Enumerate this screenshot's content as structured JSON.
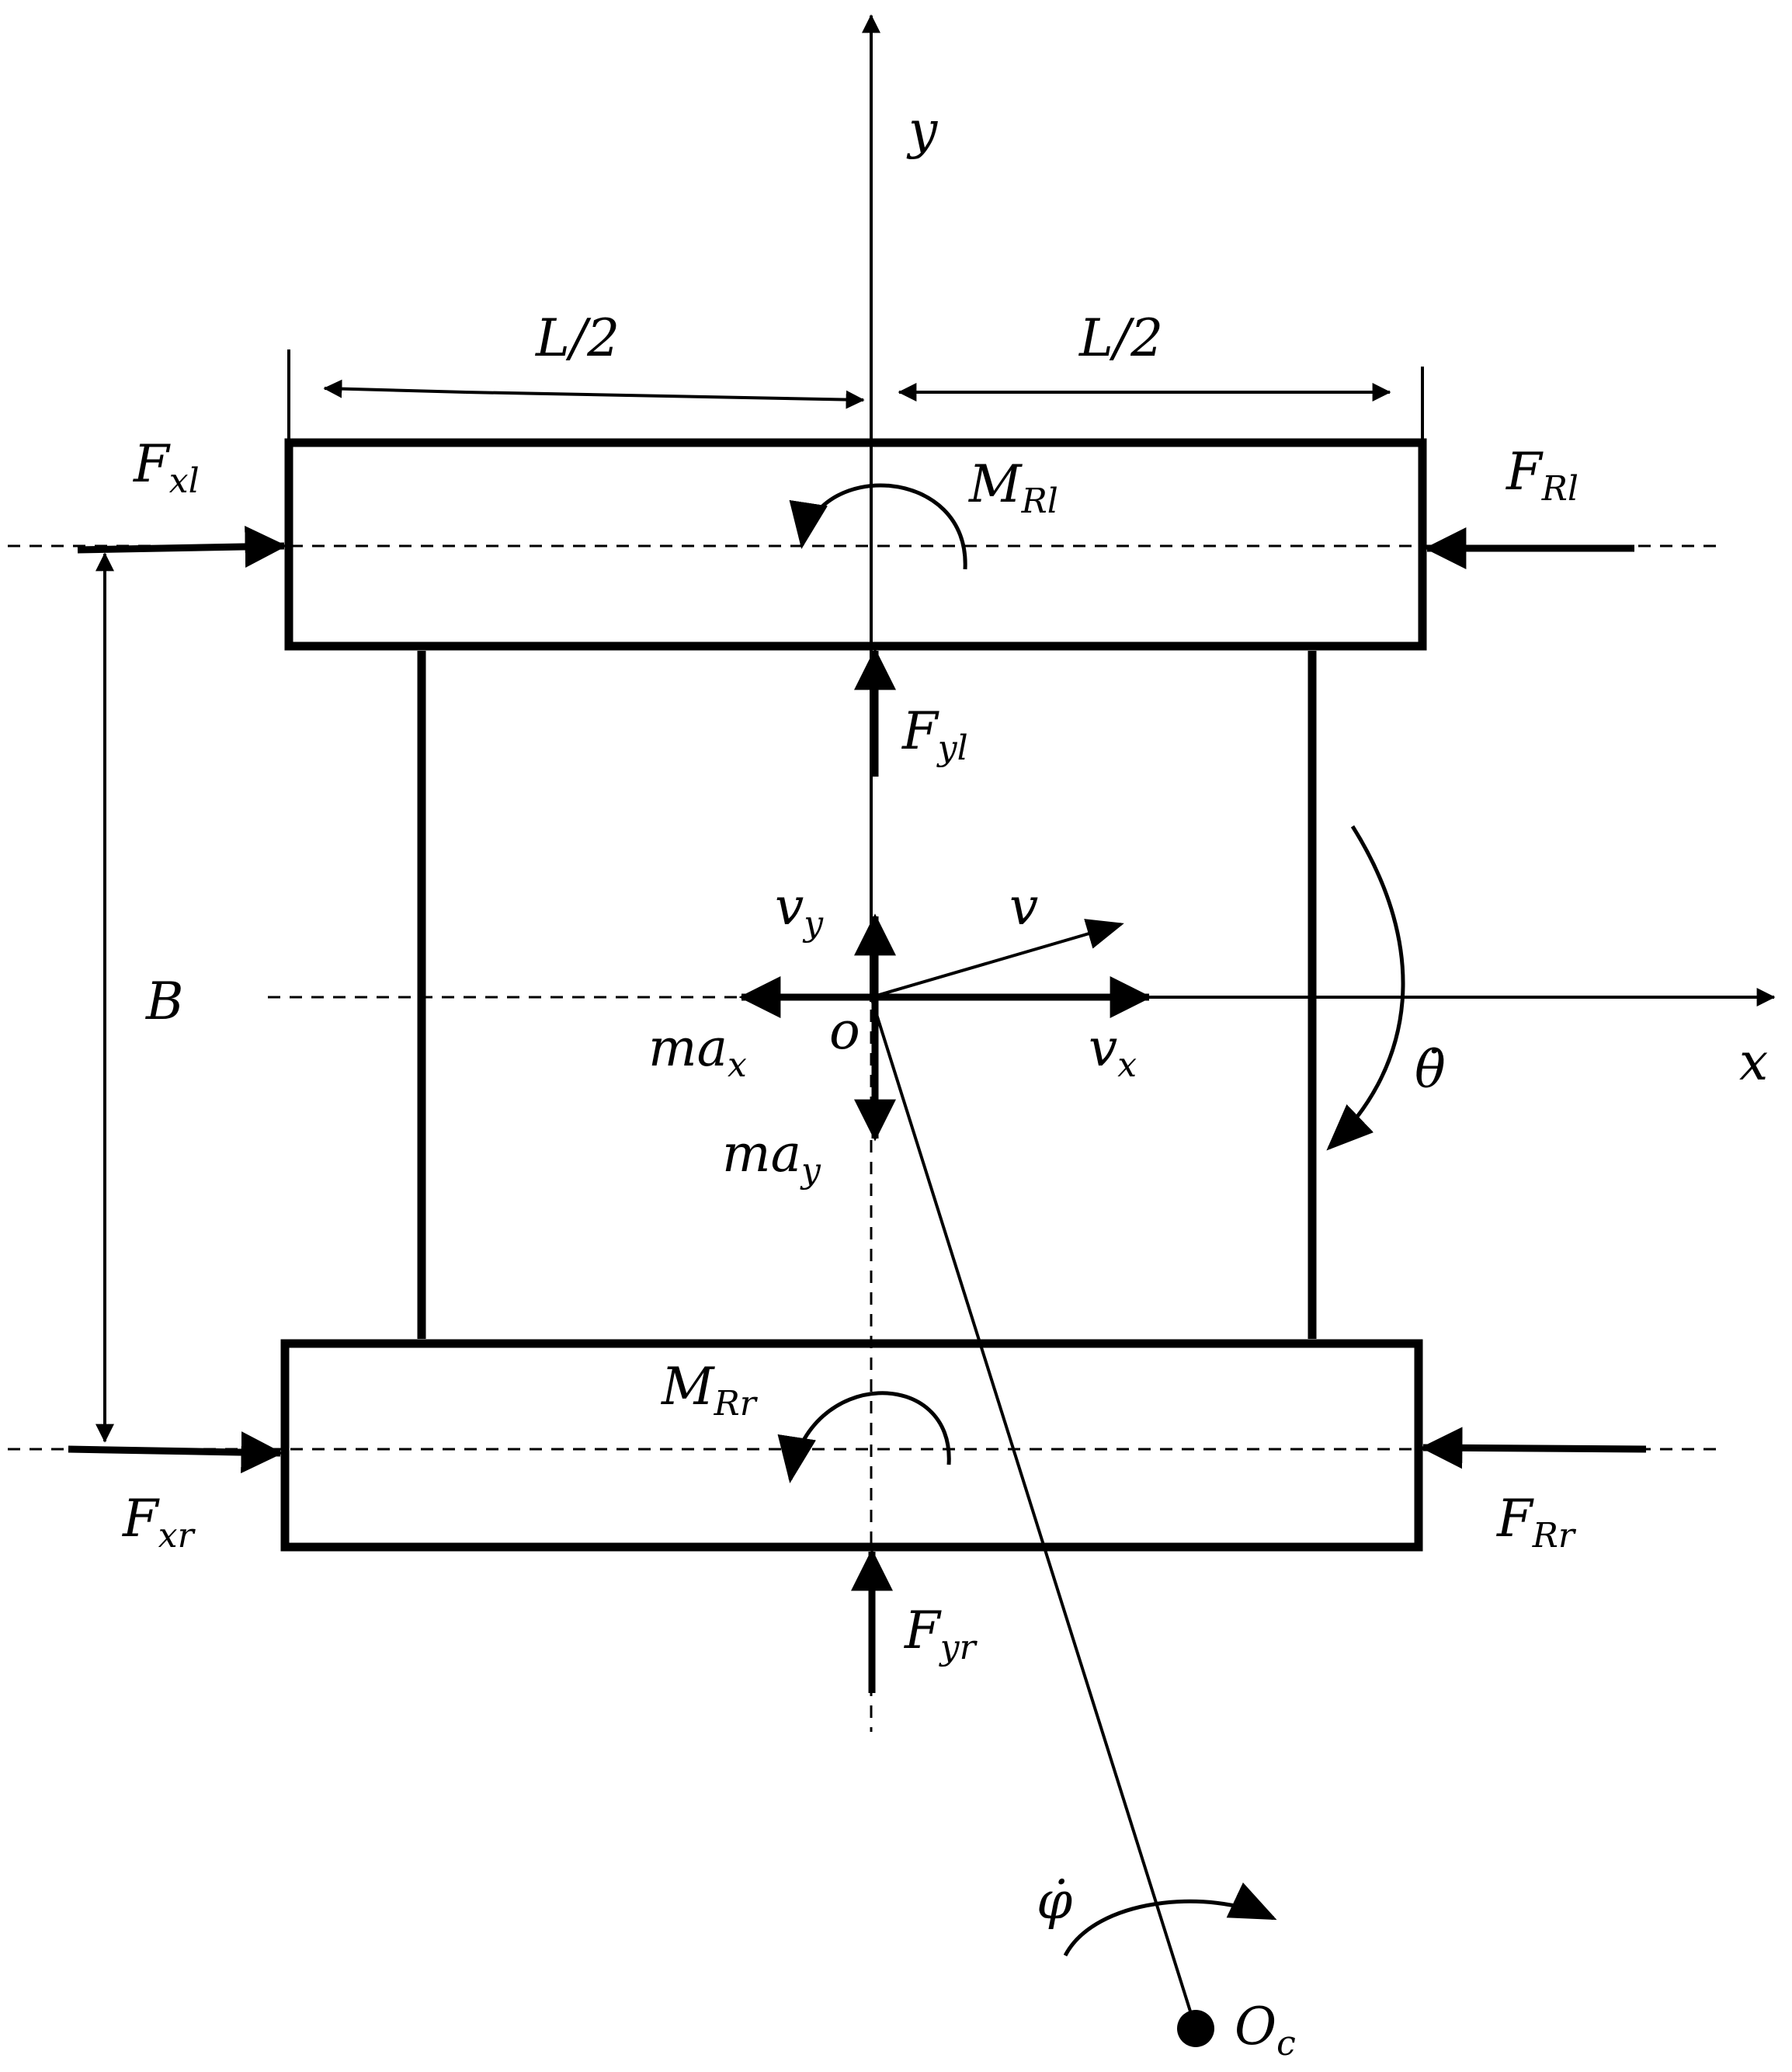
{
  "labels": {
    "y_axis": "y",
    "x_axis": "x",
    "half_length_left": "L/2",
    "half_length_right": "L/2",
    "track_width": "B",
    "origin": "o",
    "Fxl": {
      "base": "F",
      "sub": "xl"
    },
    "FRl": {
      "base": "F",
      "sub": "Rl"
    },
    "MRl": {
      "base": "M",
      "sub": "Rl"
    },
    "Fyl": {
      "base": "F",
      "sub": "yl"
    },
    "vy": {
      "base": "v",
      "sub": "y"
    },
    "v": "v",
    "max": {
      "base": "ma",
      "sub": "x"
    },
    "vx": {
      "base": "v",
      "sub": "x"
    },
    "may": {
      "base": "ma",
      "sub": "y"
    },
    "theta_dot": "θ̇",
    "MRr": {
      "base": "M",
      "sub": "Rr"
    },
    "Fxr": {
      "base": "F",
      "sub": "xr"
    },
    "FRr": {
      "base": "F",
      "sub": "Rr"
    },
    "Fyr": {
      "base": "F",
      "sub": "yr"
    },
    "phi_dot": "φ̇",
    "Oc": {
      "base": "O",
      "sub": "c"
    }
  },
  "colors": {
    "ink": "#000000",
    "background": "#ffffff"
  }
}
